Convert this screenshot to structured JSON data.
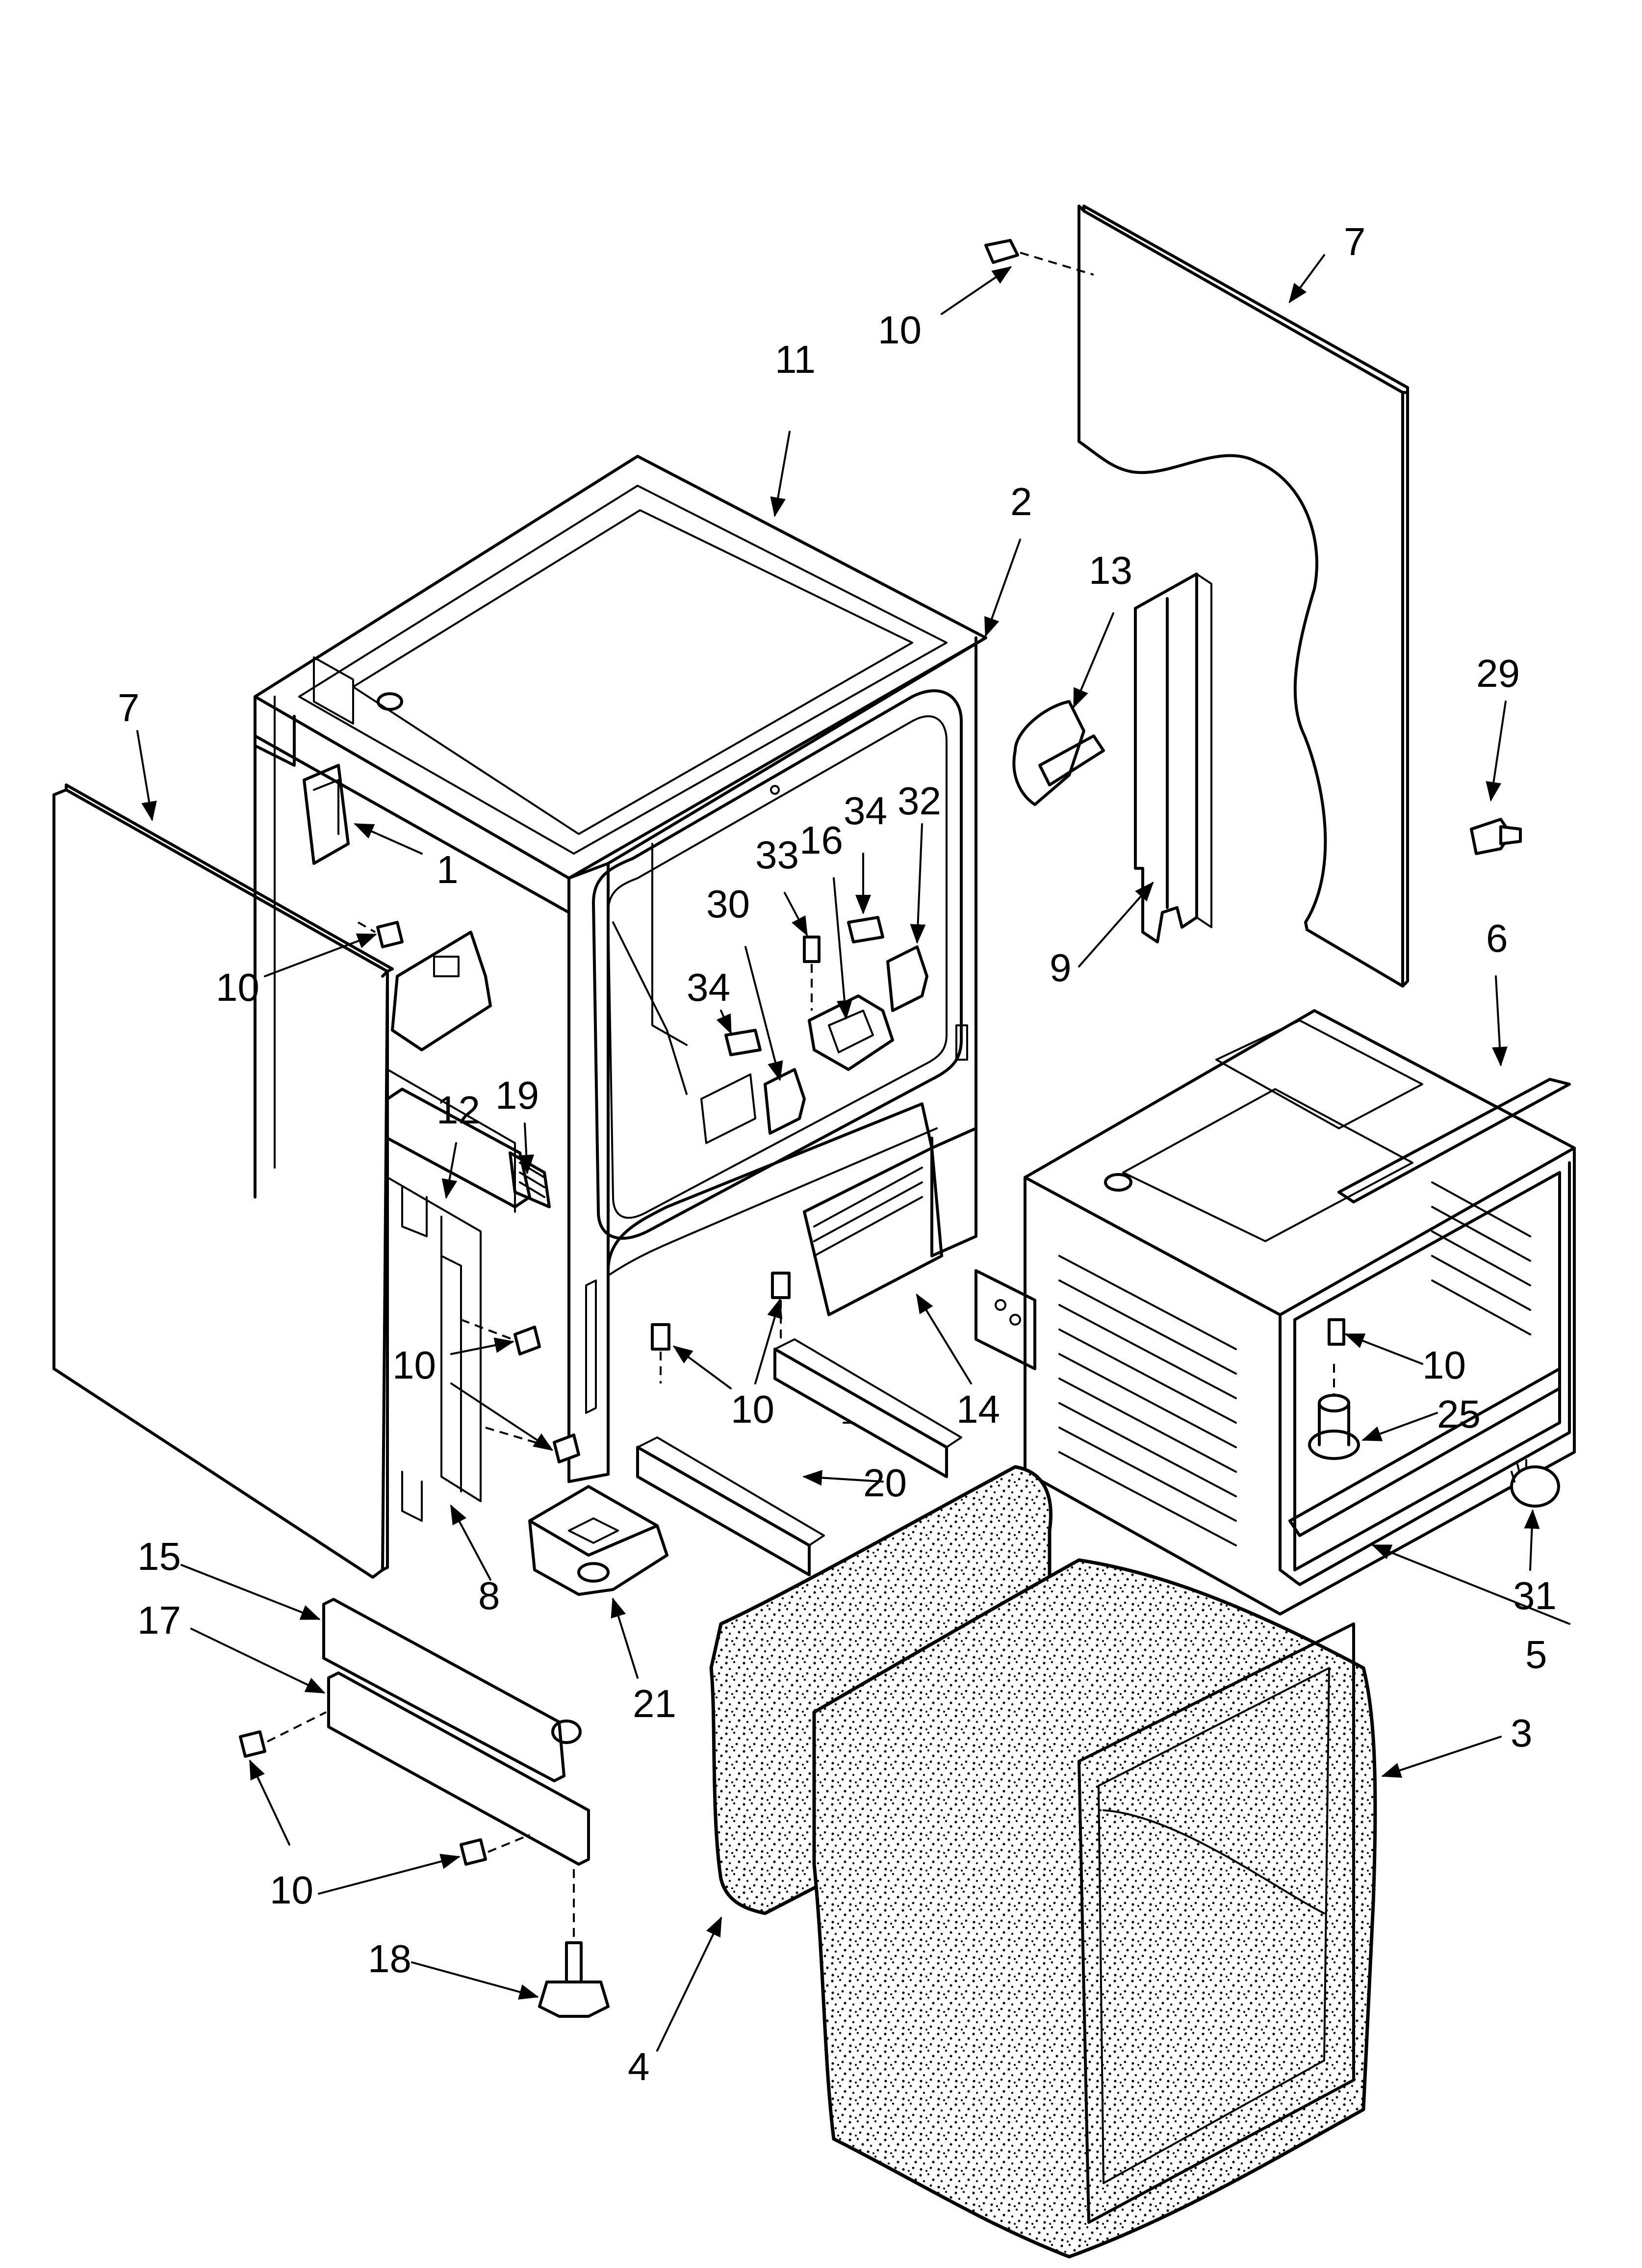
{
  "callouts": [
    {
      "id": "c-10-top",
      "text": "10"
    },
    {
      "id": "c-7-top",
      "text": "7"
    },
    {
      "id": "c-11",
      "text": "11"
    },
    {
      "id": "c-2",
      "text": "2"
    },
    {
      "id": "c-13",
      "text": "13"
    },
    {
      "id": "c-29",
      "text": "29"
    },
    {
      "id": "c-7-left",
      "text": "7"
    },
    {
      "id": "c-1",
      "text": "1"
    },
    {
      "id": "c-10-left",
      "text": "10"
    },
    {
      "id": "c-34-a",
      "text": "34"
    },
    {
      "id": "c-32",
      "text": "32"
    },
    {
      "id": "c-33",
      "text": "33"
    },
    {
      "id": "c-16",
      "text": "16"
    },
    {
      "id": "c-30",
      "text": "30"
    },
    {
      "id": "c-34-b",
      "text": "34"
    },
    {
      "id": "c-9",
      "text": "9"
    },
    {
      "id": "c-6",
      "text": "6"
    },
    {
      "id": "c-12",
      "text": "12"
    },
    {
      "id": "c-19",
      "text": "19"
    },
    {
      "id": "c-10-mid",
      "text": "10"
    },
    {
      "id": "c-10-bracket",
      "text": "10"
    },
    {
      "id": "c-14",
      "text": "14"
    },
    {
      "id": "c-10-oven",
      "text": "10"
    },
    {
      "id": "c-25",
      "text": "25"
    },
    {
      "id": "c-20",
      "text": "20"
    },
    {
      "id": "c-8",
      "text": "8"
    },
    {
      "id": "c-15",
      "text": "15"
    },
    {
      "id": "c-31",
      "text": "31"
    },
    {
      "id": "c-5",
      "text": "5"
    },
    {
      "id": "c-17",
      "text": "17"
    },
    {
      "id": "c-21",
      "text": "21"
    },
    {
      "id": "c-3",
      "text": "3"
    },
    {
      "id": "c-10-bottom",
      "text": "10"
    },
    {
      "id": "c-18",
      "text": "18"
    },
    {
      "id": "c-4",
      "text": "4"
    }
  ]
}
